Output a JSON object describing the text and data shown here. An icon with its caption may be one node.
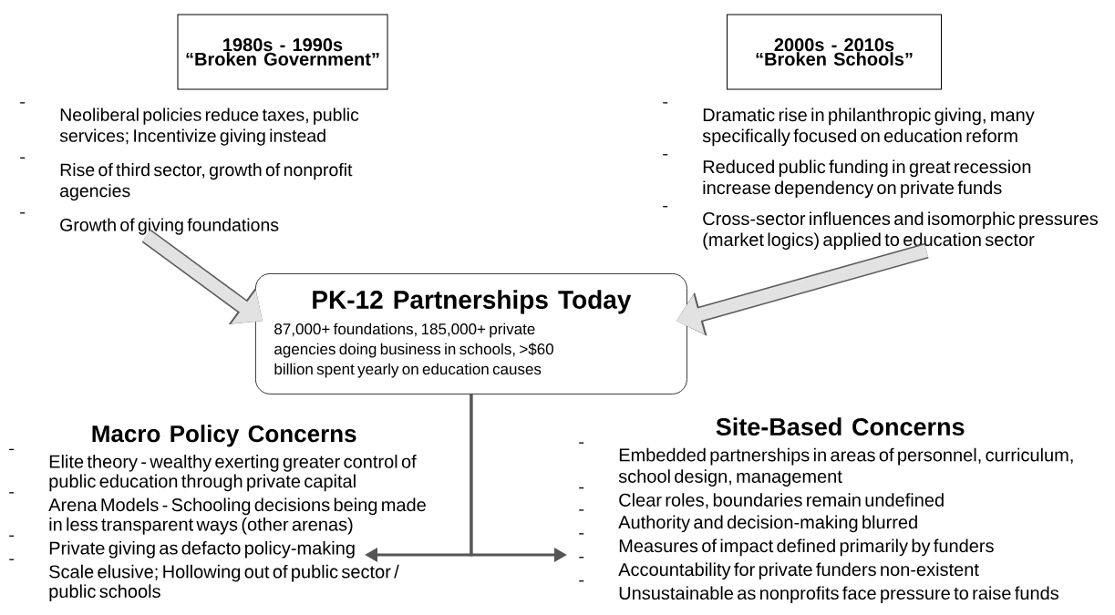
{
  "diagram": {
    "nodes": [
      {
        "text": [
          "1980s - 1990s",
          "“Broken Government”",
          "Neoliberal policies reduce taxes, public services; Incentivize giving instead",
          "Rise of third sector, growth of nonprofit agencies",
          "Growth of giving foundations"
        ]
      },
      {
        "text": [
          "2000s - 2010s",
          "“Broken Schools”",
          "Dramatic rise in philanthropic giving, many specifically focused on education reform",
          "Reduced public funding in great recession increase dependency on private funds",
          "Cross-sector influences and isomorphic pressures (market logics) applied to education sector"
        ]
      },
      {
        "text": [
          "PK-12 Partnerships Today",
          "87,000+ foundations, 185,000+ private agencies doing business in schools, >$60 billion spent yearly on education causes"
        ]
      },
      {
        "text": [
          "Macro Policy Concerns",
          "Elite theory - wealthy exerting greater control of public education through private capital",
          "Arena Models - Schooling decisions being made in less transparent ways (other arenas)",
          "Private giving as defacto policy-making",
          "Scale elusive; Hollowing out of public sector / public schools"
        ]
      },
      {
        "text": [
          "Site-Based Concerns",
          "Embedded partnerships in areas of personnel, curriculum, school design, management",
          "Clear roles, boundaries remain undefined",
          "Authority and decision-making blurred",
          "Measures of impact defined primarily by funders",
          "Accountability for private funders non-existent",
          "Unsustainable as nonprofits face pressure to raise funds"
        ]
      }
    ],
    "edges": [
      {
        "from": 0,
        "to": 2,
        "arrow": "to",
        "style": "thick",
        "color": "#e2e2e2"
      },
      {
        "from": 1,
        "to": 2,
        "arrow": "to",
        "style": "thick",
        "color": "#e2e2e2"
      },
      {
        "from": 2,
        "to": 3,
        "arrow": "to",
        "color": "#555555"
      },
      {
        "from": 2,
        "to": 4,
        "arrow": "to",
        "color": "#555555"
      }
    ]
  }
}
